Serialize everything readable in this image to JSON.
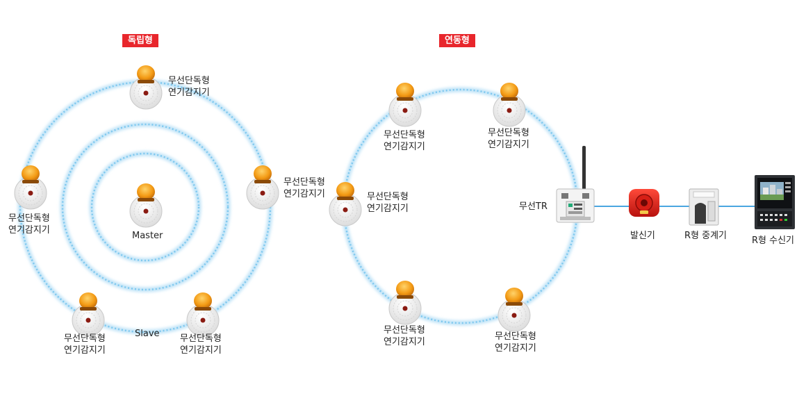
{
  "standalone": {
    "badge": "독립형",
    "master": "Master",
    "slave": "Slave"
  },
  "linked": {
    "badge": "연동형",
    "wireless_tr": "무선TR",
    "transmitter": "발신기",
    "repeater": "R형 중계기",
    "receiver": "R형 수신기"
  },
  "detector_label": {
    "line1": "무선단독형",
    "line2": "연기감지기"
  },
  "colors": {
    "badge": "#e8262c",
    "ring": "#7ec8ef",
    "link": "#4aa6e0",
    "lamp": "#f39a14",
    "transmitter": "#e0221e"
  }
}
